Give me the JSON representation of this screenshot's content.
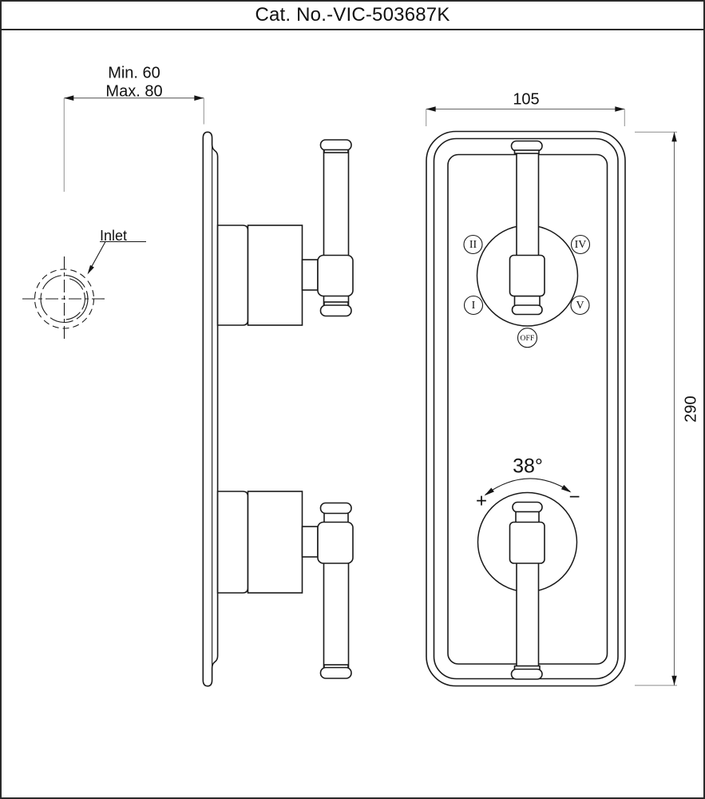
{
  "title": "Cat. No.-VIC-503687K",
  "colors": {
    "line": "#1a1a1a",
    "dimension": "#666666",
    "extension": "#9a9a9a",
    "background": "#ffffff"
  },
  "side_view": {
    "dim_min_label": "Min. 60",
    "dim_max_label": "Max. 80",
    "inlet_label": "Inlet"
  },
  "front_view": {
    "width_dim": "105",
    "height_dim": "290",
    "diverter_dial": {
      "pos_upper_left": "II",
      "pos_upper_right": "IV",
      "pos_lower_left": "I",
      "pos_lower_right": "V",
      "off_label": "OFF"
    },
    "temp_dial": {
      "angle_label": "38°",
      "plus_label": "+",
      "minus_label": "−"
    }
  }
}
